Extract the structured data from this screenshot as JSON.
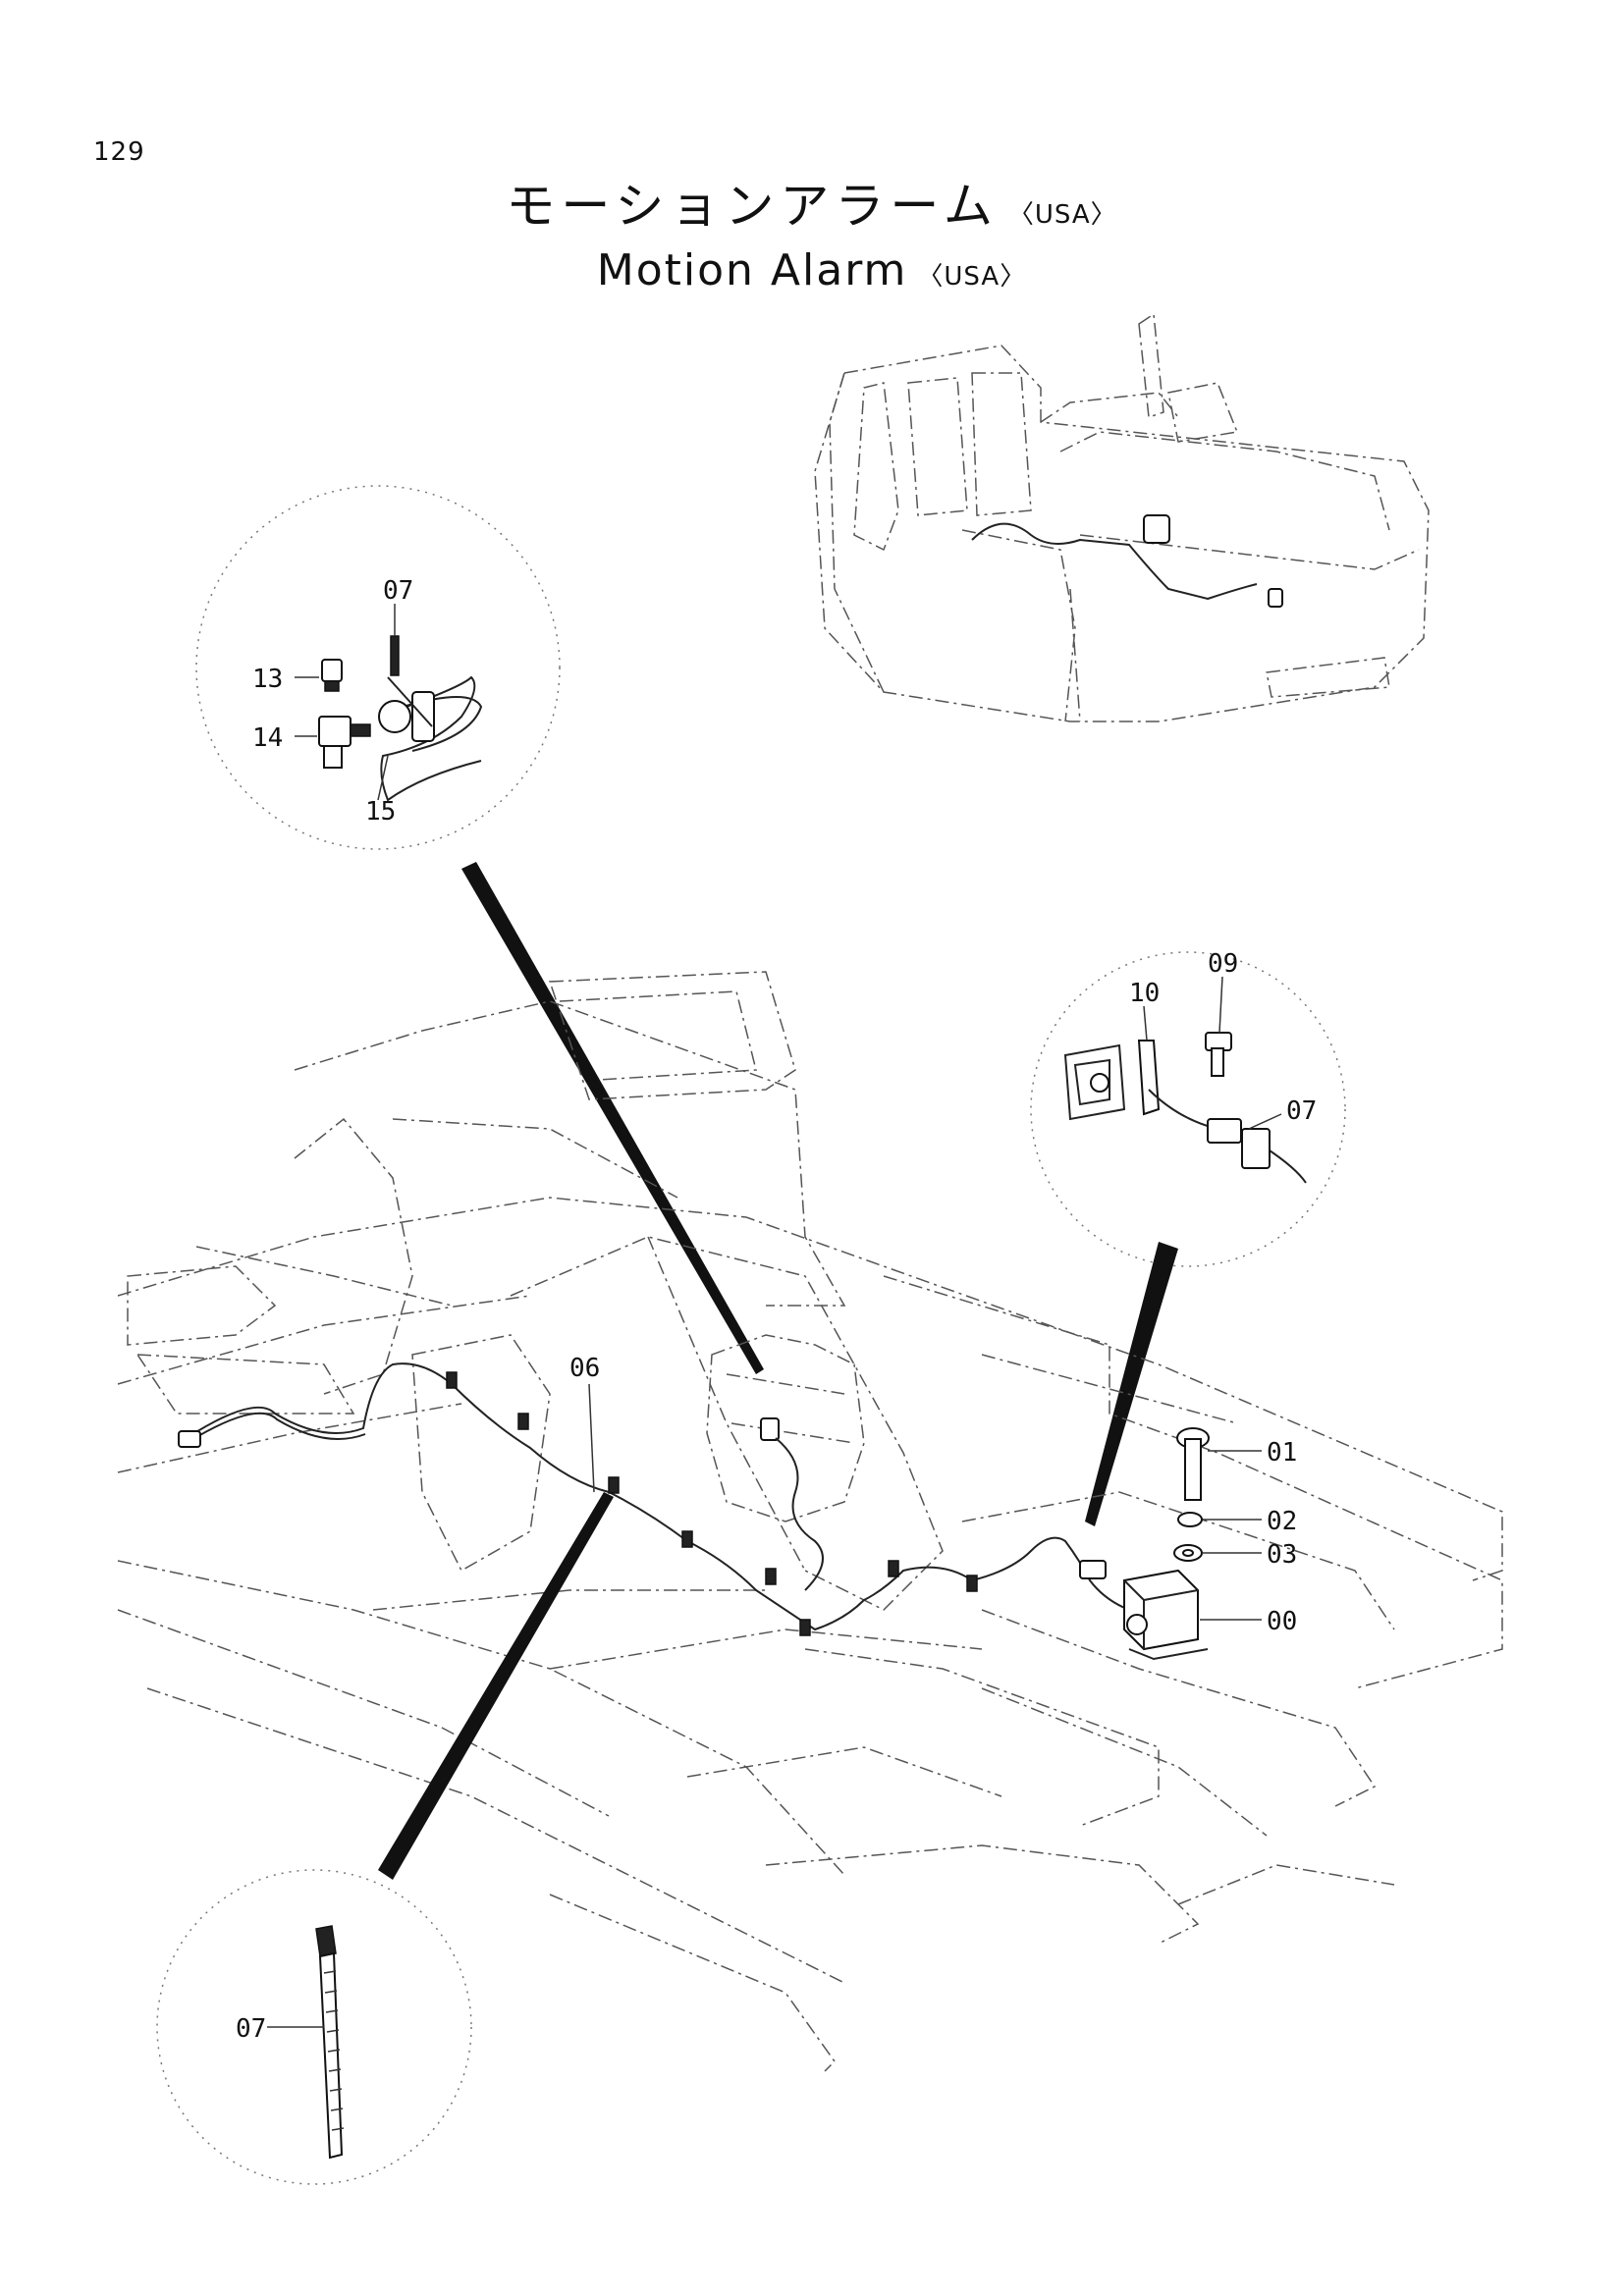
{
  "page_number": "129",
  "title": {
    "jp": "モーションアラーム",
    "en": "Motion Alarm",
    "region": "〈USA〉"
  },
  "callouts": {
    "detail_top_left": [
      "07",
      "13",
      "14",
      "15"
    ],
    "detail_right": [
      "09",
      "10",
      "07"
    ],
    "detail_bottom_left": [
      "07"
    ],
    "main_view": [
      "06",
      "01",
      "02",
      "03",
      "00"
    ]
  }
}
